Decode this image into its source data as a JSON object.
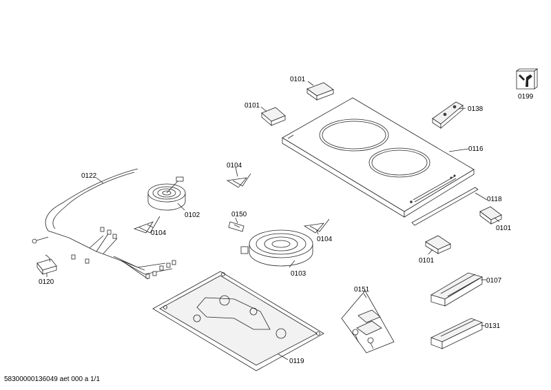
{
  "labels": {
    "l0101a": "0101",
    "l0101b": "0101",
    "l0101c": "0101",
    "l0101d": "0101",
    "l0102": "0102",
    "l0103": "0103",
    "l0104a": "0104",
    "l0104b": "0104",
    "l0104c": "0104",
    "l0107": "0107",
    "l0116": "0116",
    "l0118": "0118",
    "l0119": "0119",
    "l0120": "0120",
    "l0122": "0122",
    "l0131": "0131",
    "l0138": "0138",
    "l0150": "0150",
    "l0151": "0151",
    "l0199": "0199"
  },
  "footer": "58300000136049 aet 000 a 1/1",
  "icons": {
    "service": "wrench-icon"
  }
}
